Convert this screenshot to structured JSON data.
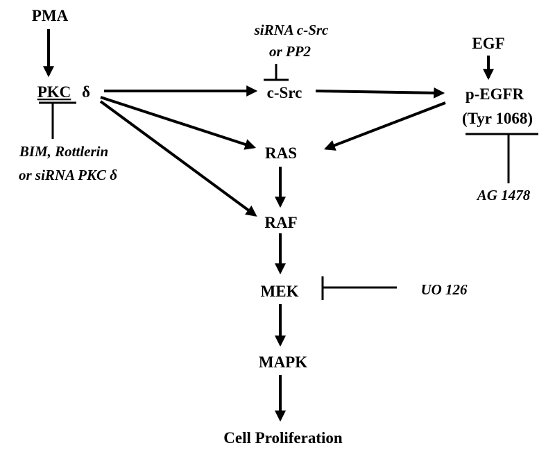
{
  "nodes": {
    "pma": "PMA",
    "pkc": "PKC",
    "delta": "δ",
    "csrc": "c-Src",
    "egf": "EGF",
    "pegfr": "p-EGFR",
    "tyr": "(Tyr 1068)",
    "ras": "RAS",
    "raf": "RAF",
    "mek": "MEK",
    "mapk": "MAPK",
    "proliferation": "Cell Proliferation"
  },
  "inhibitors": {
    "src_line1": "siRNA c-Src",
    "src_line2": "or PP2",
    "pkc_line1": "BIM, Rottlerin",
    "pkc_line2": "or siRNA PKC δ",
    "egfr": "AG 1478",
    "mek": "UO 126"
  },
  "colors": {
    "ink": "#000000",
    "background": "#ffffff"
  }
}
